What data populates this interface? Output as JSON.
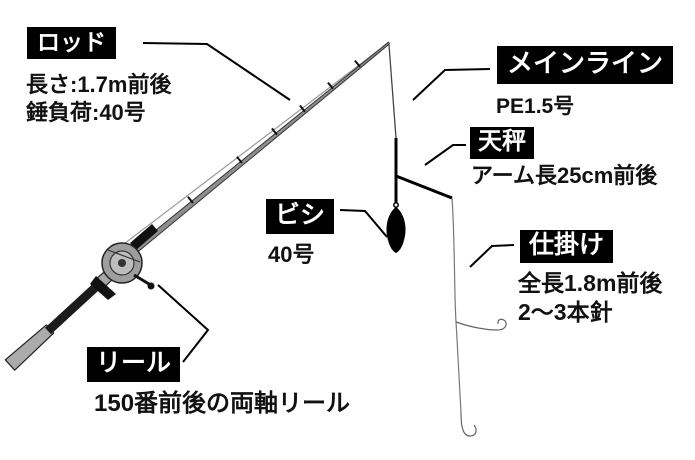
{
  "figure": {
    "title_implicit": "ビシ仕掛けの釣りタックル図",
    "colors": {
      "background": "#ffffff",
      "ink": "#000000",
      "label_bg": "#000000",
      "label_fg": "#ffffff",
      "rod_gray": "#8e8e8e",
      "grip_gray": "#ababab",
      "line_gray": "#777777"
    }
  },
  "labels": {
    "rod": {
      "title": "ロッド",
      "line1": "長さ:1.7m前後",
      "line2": "錘負荷:40号"
    },
    "mainline": {
      "title": "メインライン",
      "line1": "PE1.5号"
    },
    "tenbin": {
      "title": "天秤",
      "line1": "アーム長25cm前後"
    },
    "bishi": {
      "title": "ビシ",
      "line1": "40号"
    },
    "shikake": {
      "title": "仕掛け",
      "line1": "全長1.8m前後",
      "line2": "2〜3本針"
    },
    "reel": {
      "title": "リール",
      "line1": "150番前後の両軸リール"
    }
  }
}
